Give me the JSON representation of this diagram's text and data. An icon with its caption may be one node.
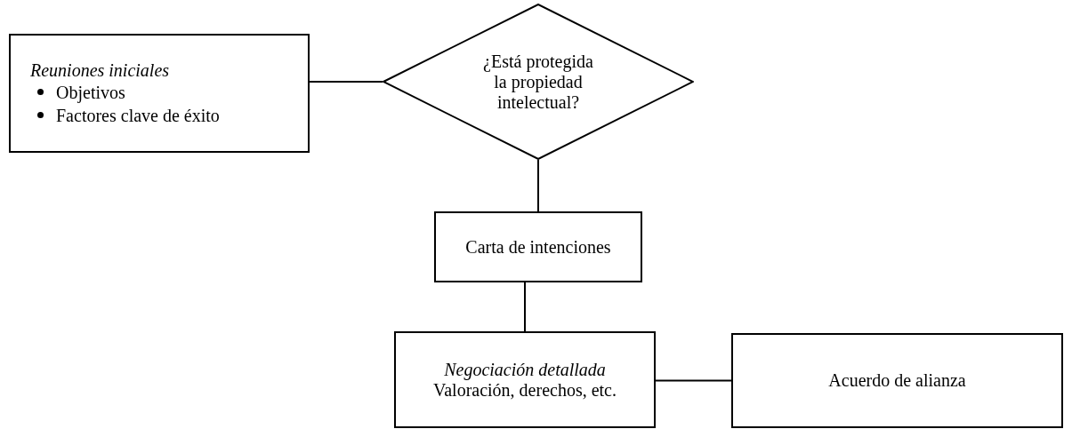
{
  "diagram": {
    "nodes": [
      {
        "text": [
          "Reuniones iniciales",
          "Objetivos",
          "Factores clave de éxito"
        ]
      },
      {
        "text": [
          "¿Está protegida la propiedad intelectual?"
        ]
      },
      {
        "text": [
          "Carta de intenciones"
        ]
      },
      {
        "text": [
          "Negociación detallada",
          "Valoración, derechos, etc."
        ]
      },
      {
        "text": [
          "Acuerdo de alianza"
        ]
      }
    ],
    "edges": [
      {
        "from": 0,
        "to": 1,
        "arrow": "none"
      },
      {
        "from": 1,
        "to": 2,
        "arrow": "none"
      },
      {
        "from": 2,
        "to": 3,
        "arrow": "none"
      },
      {
        "from": 3,
        "to": 4,
        "arrow": "none"
      }
    ]
  }
}
